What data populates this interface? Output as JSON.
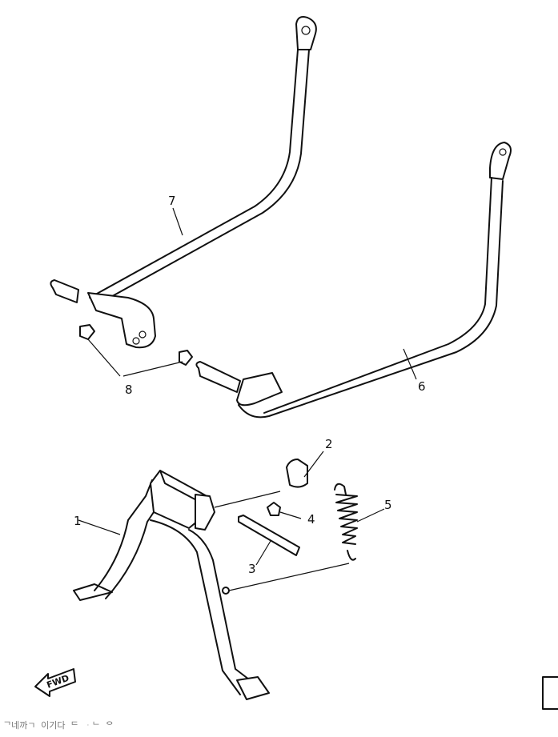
{
  "callouts": [
    {
      "id": "c1",
      "text": "1"
    },
    {
      "id": "c2",
      "text": "2"
    },
    {
      "id": "c3",
      "text": "3"
    },
    {
      "id": "c4",
      "text": "4"
    },
    {
      "id": "c5",
      "text": "5"
    },
    {
      "id": "c6",
      "text": "6"
    },
    {
      "id": "c7",
      "text": "7"
    },
    {
      "id": "c8",
      "text": "8"
    }
  ],
  "fwd_arrow_label": "FWD",
  "footer_text": "ᄀ네까ㄱ 이기다 ᄃ ᆞᄂ ᄋ",
  "colors": {
    "ink": "#111111",
    "paper": "#ffffff"
  }
}
